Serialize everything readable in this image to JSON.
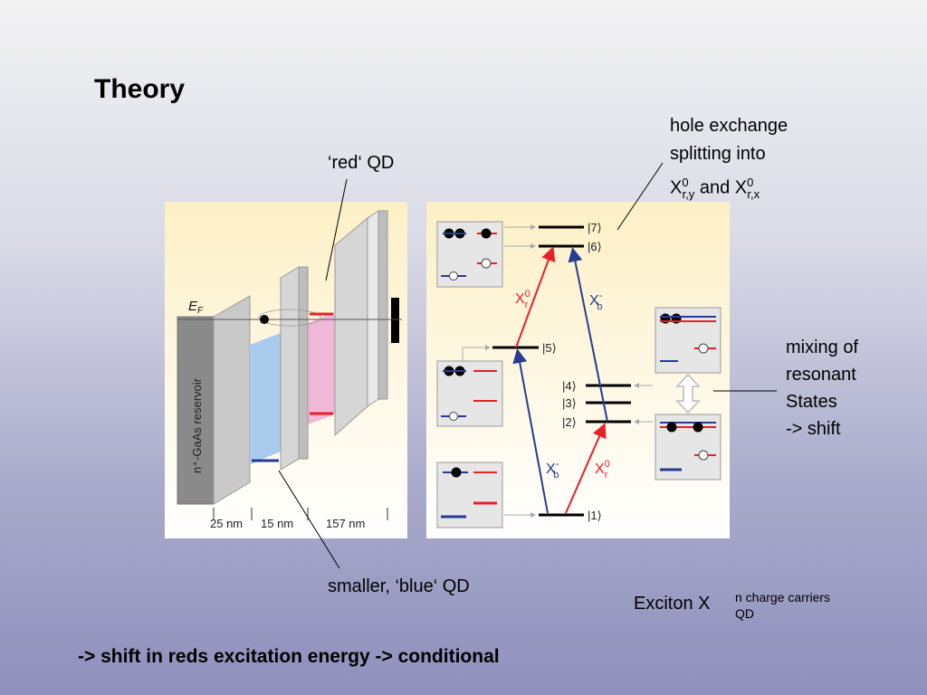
{
  "title": "Theory",
  "labels": {
    "red_qd": "‘red‘ QD",
    "hole_exchange_1": "hole exchange",
    "hole_exchange_2": "splitting into",
    "x_base": "X",
    "x_sup": "0",
    "x_sub_y": "r,y",
    "and": " and ",
    "x_sub_x": "r,x",
    "mixing_1": "mixing of",
    "mixing_2": "resonant",
    "mixing_3": "States",
    "mixing_4": "-> shift",
    "blue_qd": "smaller, ‘blue‘ QD",
    "exciton": "Exciton X",
    "exciton_sup": "n charge carriers",
    "exciton_sub": "QD",
    "bottom_text": "-> shift in reds excitation energy -> conditional"
  },
  "band_diagram": {
    "ef": "E",
    "ef_sub": "F",
    "reservoir": "n⁺-GaAs reservoir",
    "dims": [
      "25 nm",
      "15 nm",
      "157 nm"
    ]
  },
  "level_diagram": {
    "states": [
      "|7⟩",
      "|6⟩",
      "|5⟩",
      "|4⟩",
      "|3⟩",
      "|2⟩",
      "|1⟩"
    ],
    "transitions": {
      "xr": "X",
      "xr_sup": "0",
      "xr_sub": "r",
      "xb": "X",
      "xb_sup": "-",
      "xb_sub": "b"
    }
  },
  "colors": {
    "red": "#e8202a",
    "blue": "#283b91",
    "panel_bg": "#fdf3d2",
    "blue_qd_fill": "#a9cbee",
    "red_qd_fill": "#f0b7d7"
  }
}
